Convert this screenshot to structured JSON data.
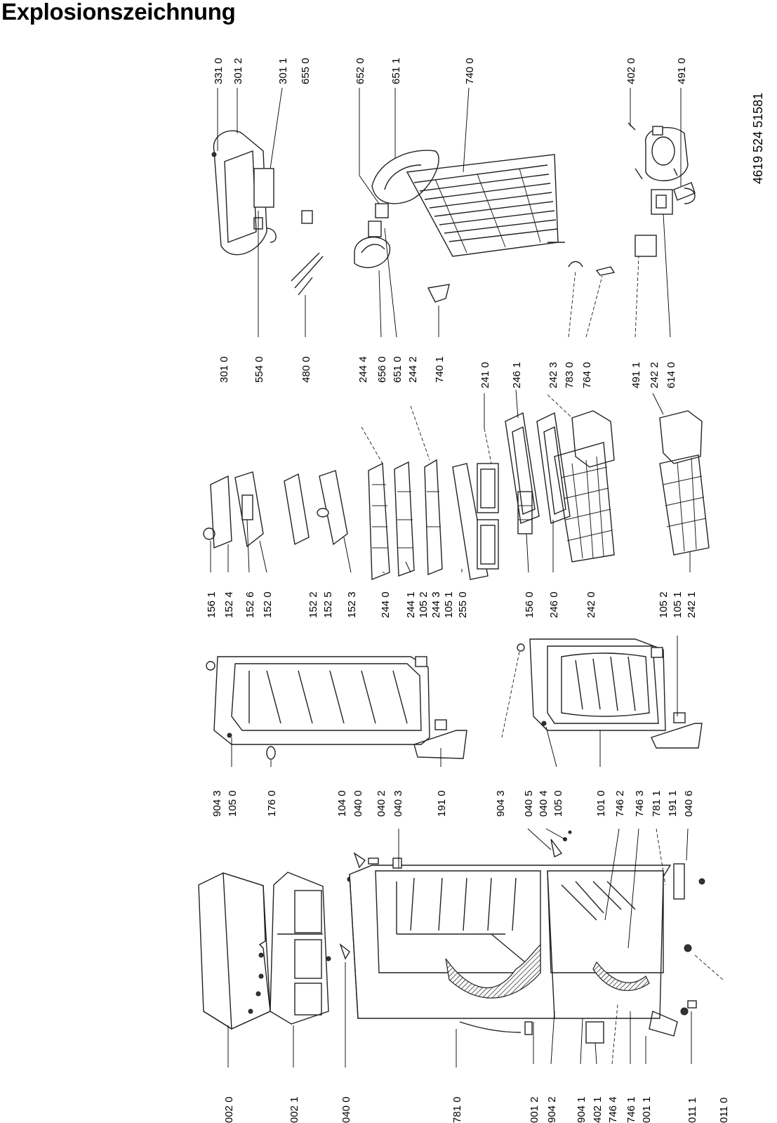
{
  "title": "Explosionszeichnung",
  "doc_number": "4619 524 51581",
  "labels": [
    {
      "id": "0020",
      "text": "002 0"
    },
    {
      "id": "0021",
      "text": "002 1"
    },
    {
      "id": "0400",
      "text": "040 0"
    },
    {
      "id": "7810",
      "text": "781 0"
    },
    {
      "id": "0012",
      "text": "001 2"
    },
    {
      "id": "9042",
      "text": "904 2"
    },
    {
      "id": "9041",
      "text": "904 1"
    },
    {
      "id": "4021",
      "text": "402 1"
    },
    {
      "id": "7464",
      "text": "746 4"
    },
    {
      "id": "7461",
      "text": "746 1"
    },
    {
      "id": "0011",
      "text": "001 1"
    },
    {
      "id": "0111",
      "text": "011 1"
    },
    {
      "id": "0110",
      "text": "011 0"
    },
    {
      "id": "9043a",
      "text": "904 3"
    },
    {
      "id": "1050a",
      "text": "105 0"
    },
    {
      "id": "1760",
      "text": "176 0"
    },
    {
      "id": "1040",
      "text": "104 0"
    },
    {
      "id": "0400b",
      "text": "040 0"
    },
    {
      "id": "0402",
      "text": "040 2"
    },
    {
      "id": "0403",
      "text": "040 3"
    },
    {
      "id": "1910",
      "text": "191 0"
    },
    {
      "id": "9043b",
      "text": "904 3"
    },
    {
      "id": "0405",
      "text": "040 5"
    },
    {
      "id": "0404",
      "text": "040 4"
    },
    {
      "id": "1050b",
      "text": "105 0"
    },
    {
      "id": "1010",
      "text": "101 0"
    },
    {
      "id": "7462",
      "text": "746 2"
    },
    {
      "id": "7463",
      "text": "746 3"
    },
    {
      "id": "7811",
      "text": "781 1"
    },
    {
      "id": "1911",
      "text": "191 1"
    },
    {
      "id": "0406",
      "text": "040 6"
    },
    {
      "id": "1561",
      "text": "156 1"
    },
    {
      "id": "1524",
      "text": "152 4"
    },
    {
      "id": "1526",
      "text": "152 6"
    },
    {
      "id": "1520",
      "text": "152 0"
    },
    {
      "id": "1522",
      "text": "152 2"
    },
    {
      "id": "1525",
      "text": "152 5"
    },
    {
      "id": "1523",
      "text": "152 3"
    },
    {
      "id": "2440",
      "text": "244 0"
    },
    {
      "id": "2441",
      "text": "244 1"
    },
    {
      "id": "1052a",
      "text": "105 2"
    },
    {
      "id": "2443",
      "text": "244 3"
    },
    {
      "id": "1051a",
      "text": "105 1"
    },
    {
      "id": "2550",
      "text": "255 0"
    },
    {
      "id": "1560",
      "text": "156 0"
    },
    {
      "id": "2460",
      "text": "246 0"
    },
    {
      "id": "2420",
      "text": "242 0"
    },
    {
      "id": "1052b",
      "text": "105 2"
    },
    {
      "id": "1051b",
      "text": "105 1"
    },
    {
      "id": "2421",
      "text": "242 1"
    },
    {
      "id": "3010",
      "text": "301 0"
    },
    {
      "id": "5540",
      "text": "554 0"
    },
    {
      "id": "4800",
      "text": "480 0"
    },
    {
      "id": "2444",
      "text": "244 4"
    },
    {
      "id": "6560",
      "text": "656 0"
    },
    {
      "id": "6510",
      "text": "651 0"
    },
    {
      "id": "2442",
      "text": "244 2"
    },
    {
      "id": "7401",
      "text": "740 1"
    },
    {
      "id": "2410",
      "text": "241 0"
    },
    {
      "id": "2461",
      "text": "246 1"
    },
    {
      "id": "2423",
      "text": "242 3"
    },
    {
      "id": "7830",
      "text": "783 0"
    },
    {
      "id": "7640",
      "text": "764 0"
    },
    {
      "id": "4911",
      "text": "491 1"
    },
    {
      "id": "2422",
      "text": "242 2"
    },
    {
      "id": "6140",
      "text": "614 0"
    },
    {
      "id": "3310",
      "text": "331 0"
    },
    {
      "id": "3012",
      "text": "301 2"
    },
    {
      "id": "3011",
      "text": "301 1"
    },
    {
      "id": "6550",
      "text": "655 0"
    },
    {
      "id": "6520",
      "text": "652 0"
    },
    {
      "id": "6511",
      "text": "651 1"
    },
    {
      "id": "7400",
      "text": "740 0"
    },
    {
      "id": "4020",
      "text": "402 0"
    },
    {
      "id": "4910",
      "text": "491 0"
    }
  ]
}
